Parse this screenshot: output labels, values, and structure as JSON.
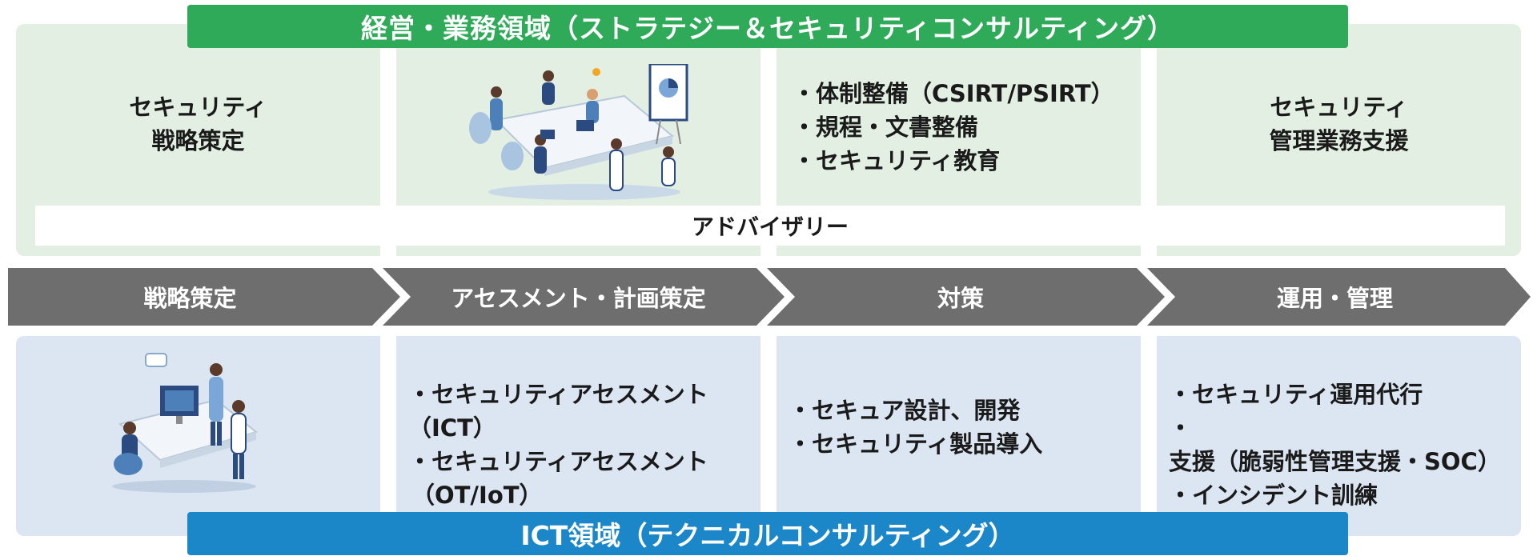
{
  "top_band": {
    "title": "経営・業務領域（ストラテジー＆セキュリティコンサルティング）",
    "cell1": [
      "セキュリティ",
      "戦略策定"
    ],
    "cell3": [
      "体制整備（CSIRT/PSIRT）",
      "規程・文書整備",
      "セキュリティ教育"
    ],
    "cell4": [
      "セキュリティ",
      "管理業務支援"
    ],
    "advisory": "アドバイザリー"
  },
  "phases": [
    "戦略策定",
    "アセスメント・計画策定",
    "対策",
    "運用・管理"
  ],
  "bottom_band": {
    "title": "ICT領域（テクニカルコンサルティング）",
    "cell2": [
      "セキュリティアセスメント（ICT）",
      "セキュリティアセスメント",
      "（OT/IoT）"
    ],
    "cell3": [
      "セキュア設計、開発",
      "セキュリティ製品導入"
    ],
    "cell4": [
      "セキュリティ運用代行",
      "支援（脆弱性管理支援・SOC）",
      "インシデント訓練"
    ]
  },
  "colors": {
    "green": "#2eaa58",
    "green_bg": "#e2efe2",
    "blue": "#1b86c8",
    "blue_bg": "#dce6f3",
    "arrow": "#6e6e6e"
  },
  "icons": [
    "team-meeting-illustration",
    "computer-work-illustration"
  ]
}
